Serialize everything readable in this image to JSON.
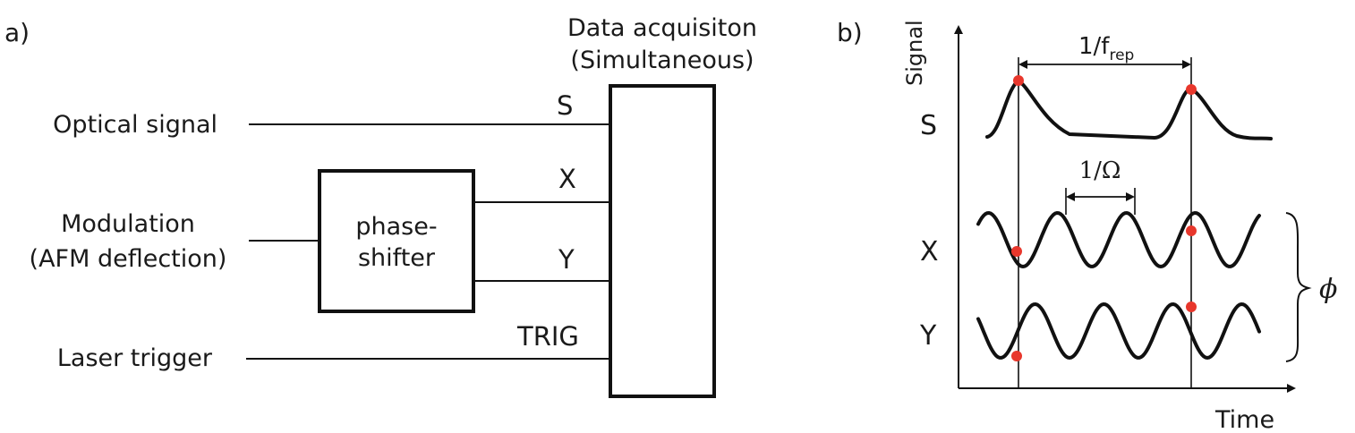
{
  "panel_a": {
    "label": "a)",
    "daq_title_1": "Data acquisiton",
    "daq_title_2": "(Simultaneous)",
    "inputs": {
      "optical": "Optical signal",
      "modulation_1": "Modulation",
      "modulation_2": "(AFM deflection)",
      "laser": "Laser trigger"
    },
    "phase_shifter_1": "phase-",
    "phase_shifter_2": "shifter",
    "channels": {
      "s": "S",
      "x": "X",
      "y": "Y",
      "trig": "TRIG"
    }
  },
  "panel_b": {
    "label": "b)",
    "ylabel": "Signal",
    "xlabel": "Time",
    "period_rep_main": "1/f",
    "period_rep_sub": "rep",
    "period_mod": "1/Ω",
    "traces": {
      "s": "S",
      "x": "X",
      "y": "Y"
    },
    "phase_symbol": "ϕ"
  },
  "colors": {
    "line": "#111111",
    "sample_dot": "#e8372c"
  }
}
